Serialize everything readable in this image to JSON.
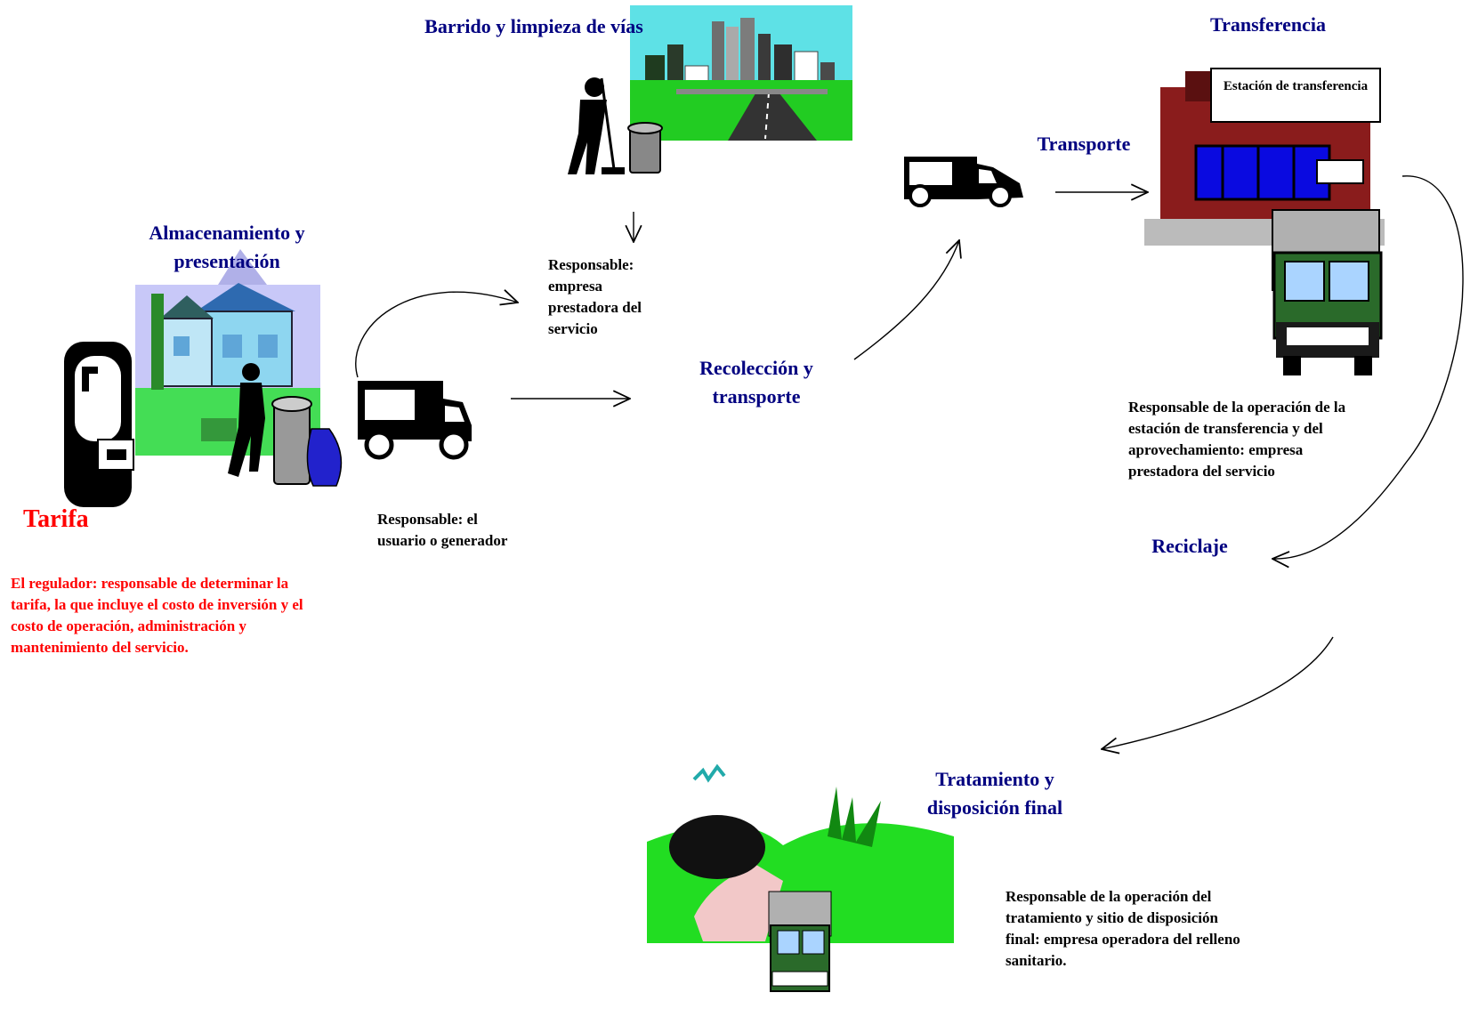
{
  "stages": {
    "barrido": "Barrido y limpieza de vías",
    "almacenamiento": "Almacenamiento y presentación",
    "recoleccion": "Recolección y transporte",
    "transporte": "Transporte",
    "transferencia": "Transferencia",
    "reciclaje": "Reciclaje",
    "tratamiento": "Tratamiento y disposición final"
  },
  "station_sign": "Estación de transferencia",
  "tarifa": {
    "title": "Tarifa",
    "text": "El regulador: responsable de determinar la tarifa, la que incluye el costo de inversión y el costo de operación, administración y mantenimiento del servicio."
  },
  "responsables": {
    "barrido": "Responsable: empresa prestadora del servicio",
    "usuario": "Responsable: el usuario o generador",
    "transferencia": "Responsable de la operación de la estación de transferencia y del aprovechamiento: empresa prestadora del servicio",
    "disposicion": "Responsable de la operación del tratamiento y sitio de disposición final: empresa operadora del relleno sanitario."
  },
  "colors": {
    "title": "#000080",
    "tarifa": "#ff0000",
    "grass": "#33cc33"
  }
}
